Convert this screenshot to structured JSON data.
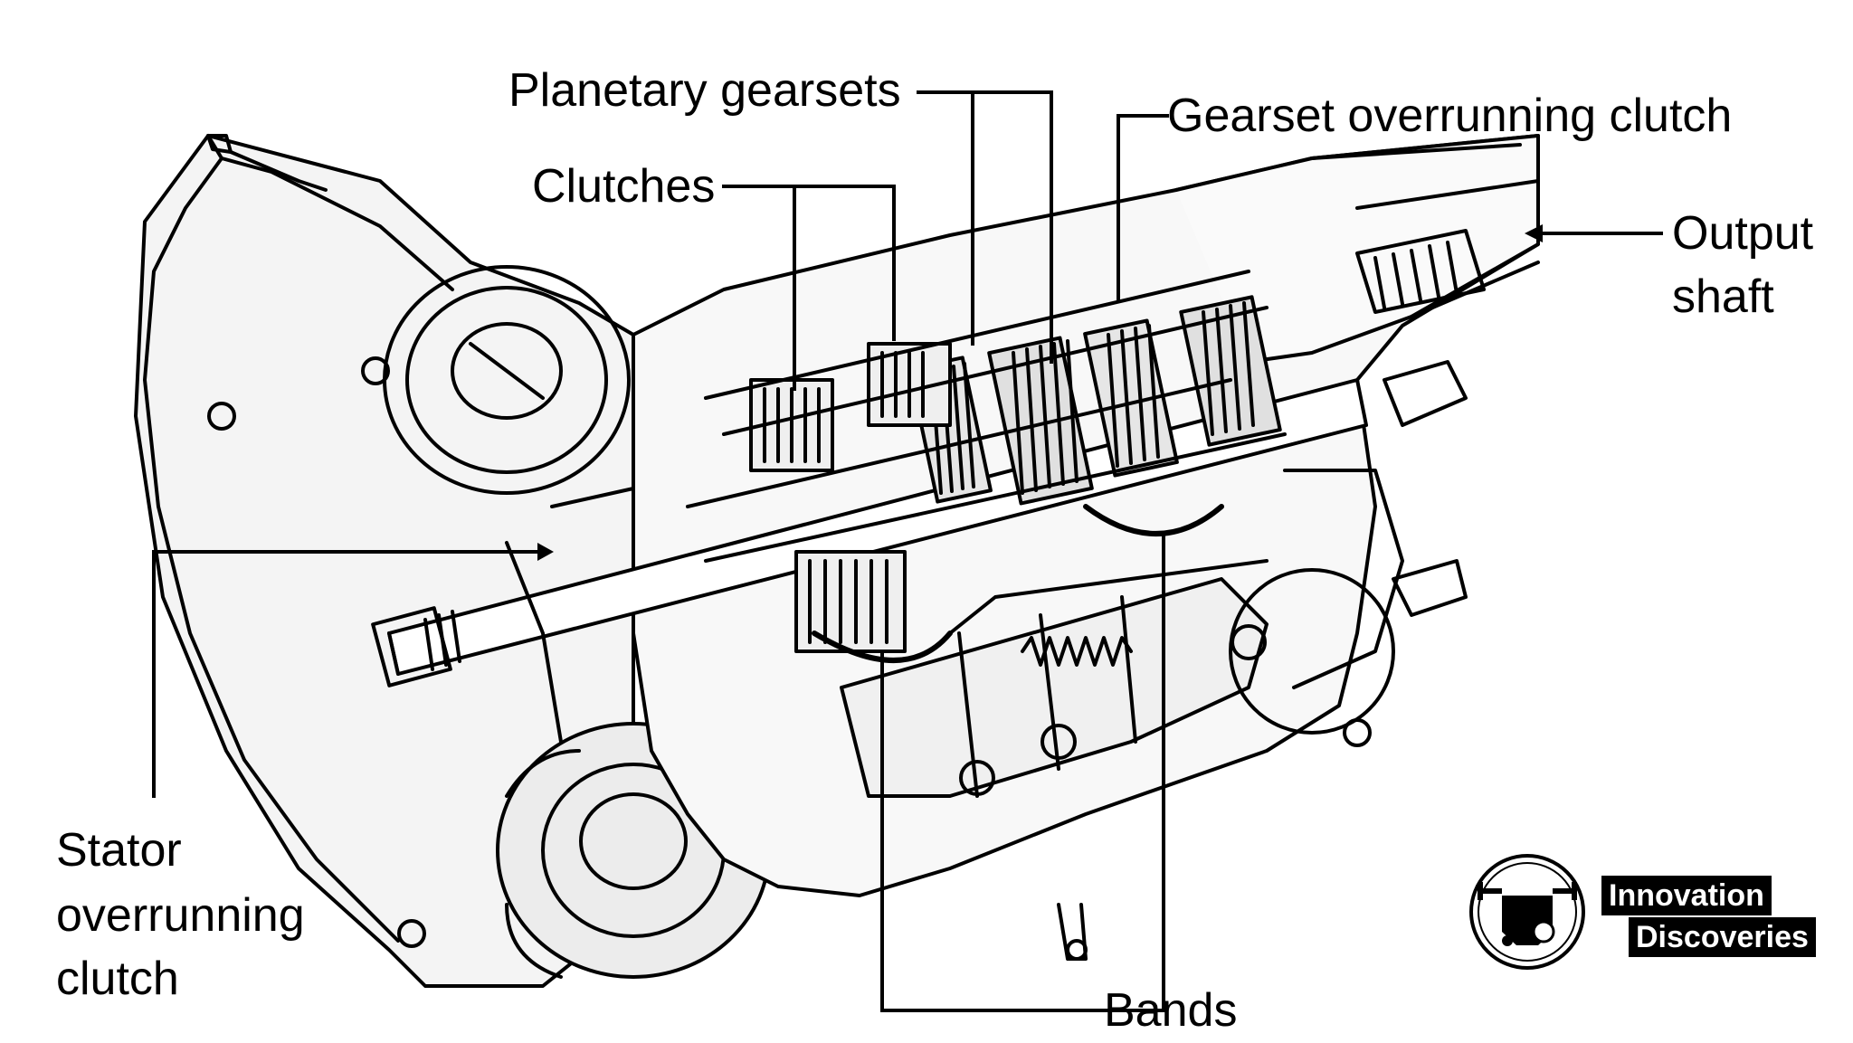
{
  "labels": {
    "planetary_gearsets": "Planetary gearsets",
    "gearset_overrunning_clutch": "Gearset overrunning clutch",
    "clutches": "Clutches",
    "output_shaft_line1": "Output",
    "output_shaft_line2": "shaft",
    "stator_line1": "Stator",
    "stator_line2": "overrunning",
    "stator_line3": "clutch",
    "bands": "Bands"
  },
  "logo": {
    "brand_line1": "Innovation",
    "brand_line2": "Discoveries"
  },
  "colors": {
    "ink": "#000000",
    "background": "#ffffff",
    "housing_shade": "#f2f2f2"
  }
}
